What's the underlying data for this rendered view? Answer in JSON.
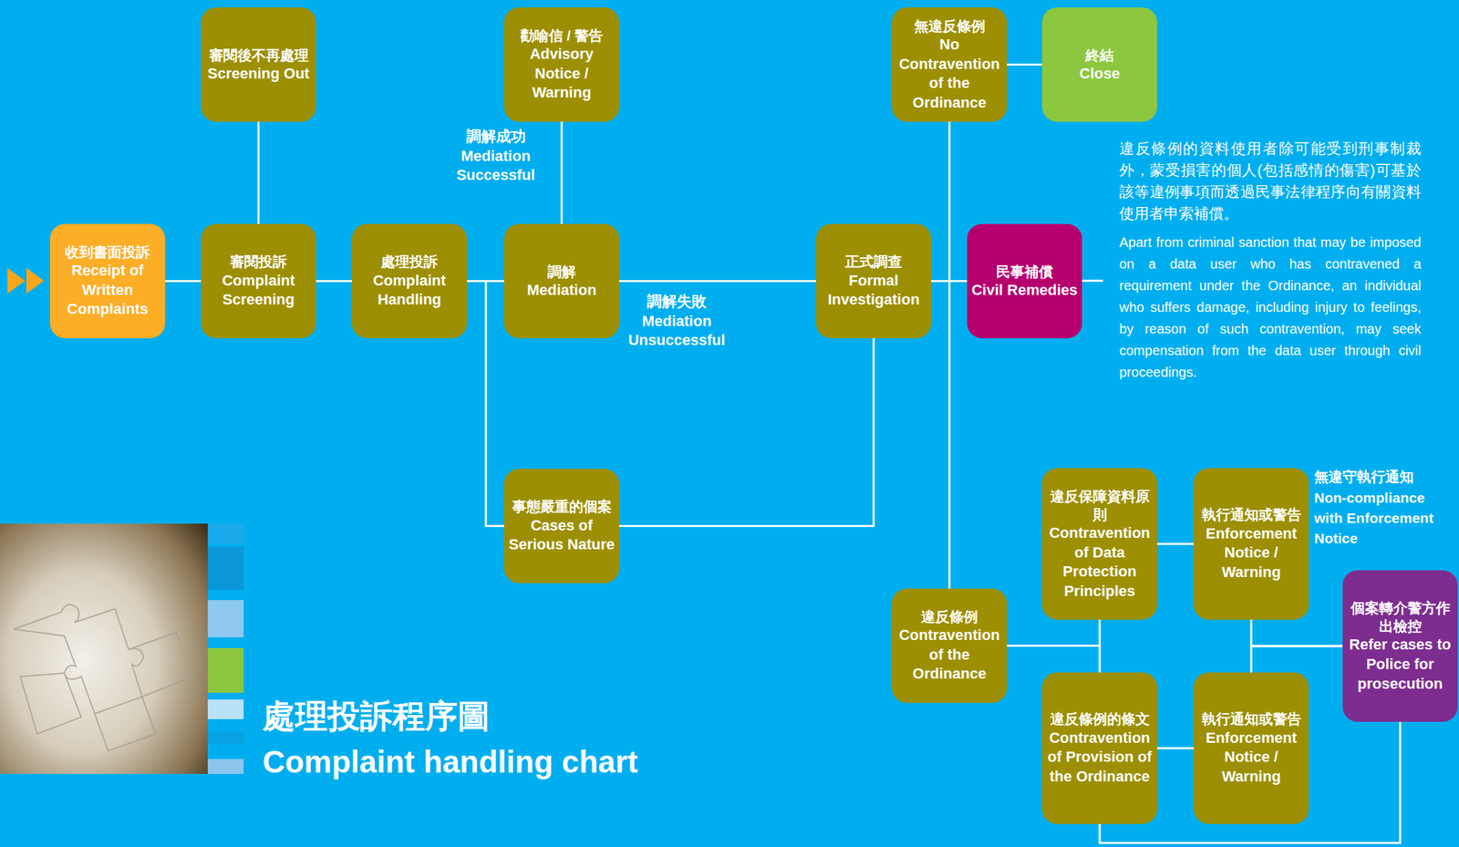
{
  "diagram": {
    "title": "處理投訴程序圖",
    "caption": "Complaint handling chart",
    "nodes": [
      {
        "text": [
          "收到書面投訴",
          "Receipt of Written Complaints"
        ]
      },
      {
        "text": [
          "審閱後不再處理",
          "Screening Out"
        ]
      },
      {
        "text": [
          "審閱投訴",
          "Complaint Screening"
        ]
      },
      {
        "text": [
          "處理投訴",
          "Complaint Handling"
        ]
      },
      {
        "text": [
          "勸喻信 / 警告",
          "Advisory Notice / Warning"
        ]
      },
      {
        "text": [
          "調解",
          "Mediation"
        ]
      },
      {
        "text": [
          "事態嚴重的個案",
          "Cases of Serious Nature"
        ]
      },
      {
        "text": [
          "正式調查",
          "Formal Investigation"
        ]
      },
      {
        "text": [
          "無違反條例",
          "No Contravention of the Ordinance"
        ]
      },
      {
        "text": [
          "終結",
          "Close"
        ]
      },
      {
        "text": [
          "民事補償",
          "Civil Remedies"
        ]
      },
      {
        "text": [
          "違反條例",
          "Contravention of the Ordinance"
        ]
      },
      {
        "text": [
          "違反保障資料原則",
          "Contravention of Data Protection Principles"
        ]
      },
      {
        "text": [
          "執行通知或警告",
          "Enforcement Notice / Warning"
        ]
      },
      {
        "text": [
          "個案轉介警方作出檢控",
          "Refer cases to Police for prosecution"
        ]
      },
      {
        "text": [
          "違反條例的條文",
          "Contravention of Provision of the Ordinance"
        ]
      },
      {
        "text": [
          "執行通知或警告",
          "Enforcement Notice / Warning"
        ]
      }
    ],
    "edges": [
      {
        "from": 0,
        "to": 2,
        "arrow": "none"
      },
      {
        "from": 2,
        "to": 1,
        "arrow": "none"
      },
      {
        "from": 2,
        "to": 3,
        "arrow": "none"
      },
      {
        "from": 3,
        "to": 5,
        "arrow": "none"
      },
      {
        "from": 5,
        "to": 4,
        "label": "調解成功 Mediation Successful",
        "arrow": "none"
      },
      {
        "from": 5,
        "to": 7,
        "label": "調解失敗 Mediation Unsuccessful",
        "arrow": "none"
      },
      {
        "from": 3,
        "to": 6,
        "arrow": "none"
      },
      {
        "from": 6,
        "to": 7,
        "arrow": "none"
      },
      {
        "from": 7,
        "to": 8,
        "arrow": "none"
      },
      {
        "from": 7,
        "to": 10,
        "arrow": "none"
      },
      {
        "from": 7,
        "to": 11,
        "arrow": "none"
      },
      {
        "from": 8,
        "to": 9,
        "arrow": "none"
      },
      {
        "from": 11,
        "to": 12,
        "arrow": "none"
      },
      {
        "from": 11,
        "to": 15,
        "arrow": "none"
      },
      {
        "from": 12,
        "to": 13,
        "arrow": "none"
      },
      {
        "from": 15,
        "to": 16,
        "arrow": "none"
      },
      {
        "from": 13,
        "to": 14,
        "arrow": "none"
      },
      {
        "from": 16,
        "to": 14,
        "arrow": "none"
      },
      {
        "from": 14,
        "to": 15,
        "arrow": "none"
      }
    ],
    "labels": [
      "無違守執行通知",
      "Non-compliance with Enforcement Notice",
      "違反條例的資料使用者除可能受到刑事制裁外，蒙受損害的個人(包括感情的傷害)可基於該等違例事項而透過民事法律程序向有關資料使用者申索補償。",
      "Apart from criminal sanction that may be imposed on a data user who has contravened a requirement under the Ordinance, an individual who suffers damage, including injury to feelings, by reason of such contravention, may seek compensation from the data user through civil proceedings."
    ]
  }
}
